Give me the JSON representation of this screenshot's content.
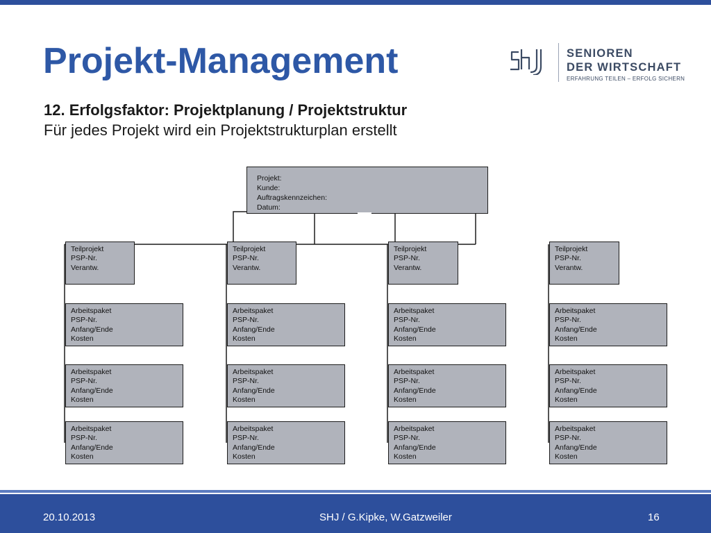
{
  "slide": {
    "title": "Projekt-Management",
    "heading": "12. Erfolgsfaktor: Projektplanung / Projektstruktur",
    "subheading": "Für jedes Projekt wird ein Projektstrukturplan erstellt"
  },
  "logo": {
    "mark": "shj",
    "line1": "SENIOREN",
    "line2": "DER WIRTSCHAFT",
    "tagline": "ERFAHRUNG TEILEN – ERFOLG SICHERN"
  },
  "diagram": {
    "root": {
      "lines": [
        "Projekt:",
        "Kunde:",
        "Auftragskennzeichen:",
        "Datum:"
      ]
    },
    "columns": [
      {
        "teilprojekt": [
          "Teilprojekt",
          "PSP-Nr.",
          "Verantw."
        ],
        "arbeitspakete": [
          [
            "Arbeitspaket",
            "PSP-Nr.",
            "Anfang/Ende",
            "Kosten"
          ],
          [
            "Arbeitspaket",
            "PSP-Nr.",
            "Anfang/Ende",
            "Kosten"
          ],
          [
            "Arbeitspaket",
            "PSP-Nr.",
            "Anfang/Ende",
            "Kosten"
          ]
        ]
      },
      {
        "teilprojekt": [
          "Teilprojekt",
          "PSP-Nr.",
          "Verantw."
        ],
        "arbeitspakete": [
          [
            "Arbeitspaket",
            "PSP-Nr.",
            "Anfang/Ende",
            "Kosten"
          ],
          [
            "Arbeitspaket",
            "PSP-Nr.",
            "Anfang/Ende",
            "Kosten"
          ],
          [
            "Arbeitspaket",
            "PSP-Nr.",
            "Anfang/Ende",
            "Kosten"
          ]
        ]
      },
      {
        "teilprojekt": [
          "Teilprojekt",
          "PSP-Nr.",
          "Verantw."
        ],
        "arbeitspakete": [
          [
            "Arbeitspaket",
            "PSP-Nr.",
            "Anfang/Ende",
            "Kosten"
          ],
          [
            "Arbeitspaket",
            "PSP-Nr.",
            "Anfang/Ende",
            "Kosten"
          ],
          [
            "Arbeitspaket",
            "PSP-Nr.",
            "Anfang/Ende",
            "Kosten"
          ]
        ]
      },
      {
        "teilprojekt": [
          "Teilprojekt",
          "PSP-Nr.",
          "Verantw."
        ],
        "arbeitspakete": [
          [
            "Arbeitspaket",
            "PSP-Nr.",
            "Anfang/Ende",
            "Kosten"
          ],
          [
            "Arbeitspaket",
            "PSP-Nr.",
            "Anfang/Ende",
            "Kosten"
          ],
          [
            "Arbeitspaket",
            "PSP-Nr.",
            "Anfang/Ende",
            "Kosten"
          ]
        ]
      }
    ]
  },
  "footer": {
    "date": "20.10.2013",
    "authors": "SHJ / G.Kipke, W.Gatzweiler",
    "page": "16"
  },
  "colors": {
    "brand_blue": "#2d4f9c",
    "title_blue": "#2e58a6",
    "box_fill": "#b0b3bb"
  }
}
